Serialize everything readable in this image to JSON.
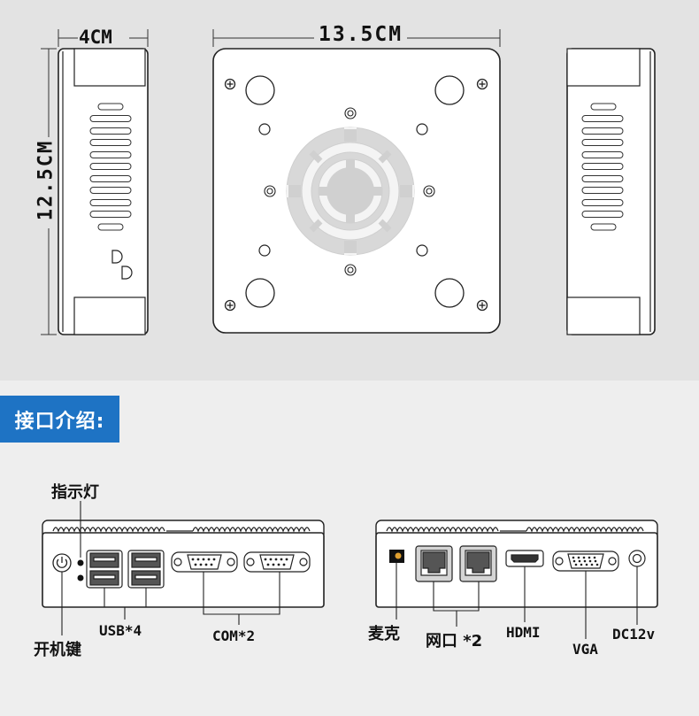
{
  "dimensions": {
    "depth_label": "4CM",
    "width_label": "13.5CM",
    "height_label": "12.5CM"
  },
  "section": {
    "title": "接口介绍:"
  },
  "front_panel": {
    "indicator_label": "指示灯",
    "power_label": "开机键",
    "usb_label": "USB*4",
    "com_label": "COM*2"
  },
  "rear_panel": {
    "mic_label": "麦克",
    "lan_label": "网口 *2",
    "hdmi_label": "HDMI",
    "vga_label": "VGA",
    "dc_label": "DC12v"
  },
  "colors": {
    "banner": "#1e73c4",
    "top_background": "#e3e3e3",
    "bottom_background": "#eeeeee",
    "line": "#222222"
  }
}
